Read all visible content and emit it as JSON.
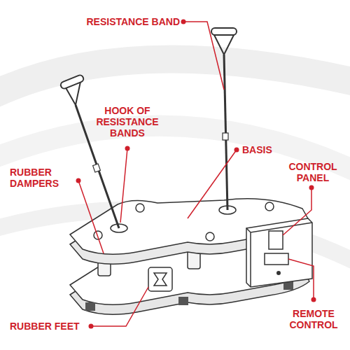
{
  "diagram": {
    "labels": [
      "RESISTANCE BAND",
      "HOOK OF RESISTANCE BANDS",
      "BASIS",
      "RUBBER DAMPERS",
      "CONTROL PANEL",
      "RUBBER FEET",
      "REMOTE CONTROL"
    ]
  }
}
